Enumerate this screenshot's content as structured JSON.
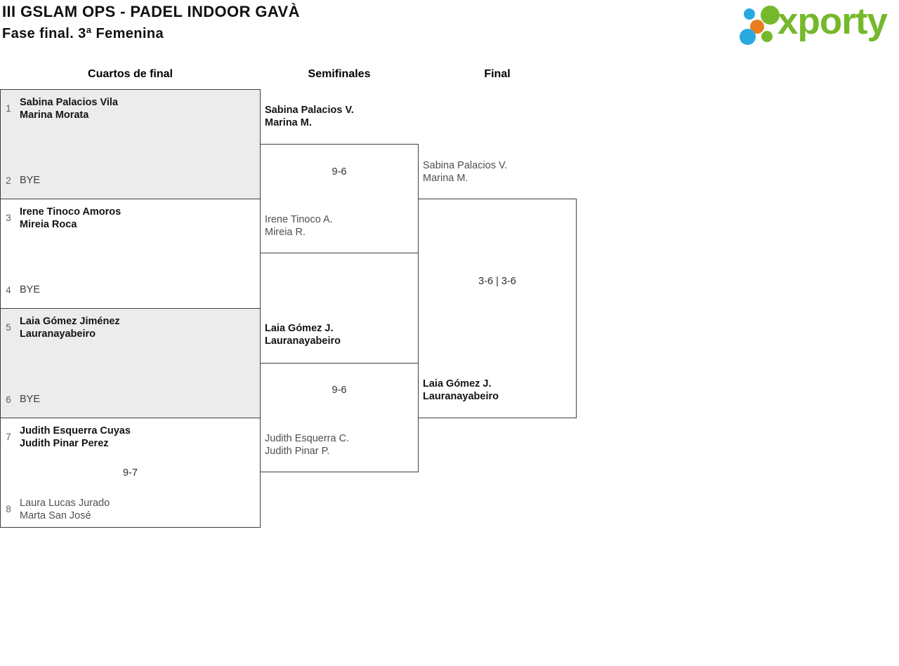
{
  "header": {
    "title": "III GSLAM OPS - PADEL INDOOR GAVÀ",
    "subtitle": "Fase final. 3ª Femenina"
  },
  "logo": {
    "brand": "xporty"
  },
  "rounds": {
    "quarterfinals_label": "Cuartos de final",
    "semifinals_label": "Semifinales",
    "final_label": "Final"
  },
  "bracket": {
    "quarterfinals": [
      {
        "top": {
          "seed": "1",
          "player1": "Sabina Palacios Vila",
          "player2": "Marina Morata"
        },
        "bottom": {
          "seed": "2",
          "player1": "BYE"
        }
      },
      {
        "top": {
          "seed": "3",
          "player1": "Irene Tinoco Amoros",
          "player2": "Mireia Roca"
        },
        "bottom": {
          "seed": "4",
          "player1": "BYE"
        }
      },
      {
        "top": {
          "seed": "5",
          "player1": "Laia Gómez Jiménez",
          "player2": "Lauranayabeiro"
        },
        "bottom": {
          "seed": "6",
          "player1": "BYE"
        }
      },
      {
        "top": {
          "seed": "7",
          "player1": "Judith Esquerra Cuyas",
          "player2": "Judith Pinar Perez"
        },
        "score": "9-7",
        "bottom": {
          "seed": "8",
          "player1": "Laura Lucas Jurado",
          "player2": "Marta San José"
        }
      }
    ],
    "semifinals": [
      {
        "top": {
          "player1": "Sabina Palacios V.",
          "player2": "Marina M."
        },
        "score": "9-6",
        "bottom": {
          "player1": "Irene Tinoco A.",
          "player2": "Mireia R."
        }
      },
      {
        "top": {
          "player1": "Laia Gómez J.",
          "player2": "Lauranayabeiro"
        },
        "score": "9-6",
        "bottom": {
          "player1": "Judith Esquerra C.",
          "player2": "Judith Pinar P."
        }
      }
    ],
    "final": {
      "top": {
        "player1": "Sabina Palacios V.",
        "player2": "Marina M."
      },
      "score": "3-6 | 3-6",
      "bottom": {
        "player1": "Laia Gómez J.",
        "player2": "Lauranayabeiro"
      }
    }
  },
  "colors": {
    "brand_green": "#76b82c",
    "brand_blue": "#29a9e0",
    "brand_orange": "#e87e1d",
    "box_fill_alt": "#ececec",
    "box_border": "#3f3f3f",
    "winner_text": "#141414",
    "loser_text": "#4f4f4f"
  }
}
